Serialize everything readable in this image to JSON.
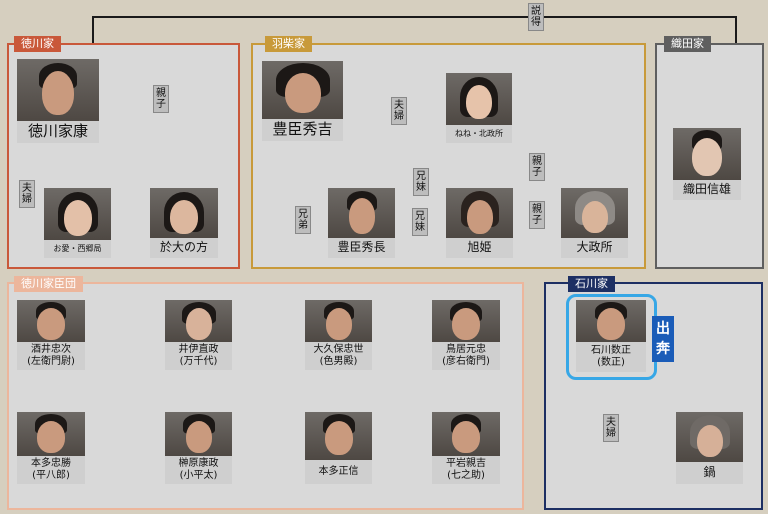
{
  "families": {
    "tokugawa": {
      "label": "徳川家",
      "color": "#c9583a"
    },
    "hashiba": {
      "label": "羽柴家",
      "color": "#c89a3a"
    },
    "oda": {
      "label": "織田家",
      "color": "#5f5f5f"
    },
    "retainers": {
      "label": "徳川家臣団",
      "color": "#ecb69c"
    },
    "ishikawa": {
      "label": "石川家",
      "color": "#1d2f63"
    }
  },
  "people": {
    "ieyasu": {
      "name": "徳川家康"
    },
    "oai": {
      "name": "お愛・西郷局"
    },
    "odai": {
      "name": "於大の方"
    },
    "hideyoshi": {
      "name": "豊臣秀吉"
    },
    "nene": {
      "name": "ねね・北政所"
    },
    "hidenaga": {
      "name": "豊臣秀長"
    },
    "asahi": {
      "name": "旭姫"
    },
    "omandokoro": {
      "name": "大政所"
    },
    "nobukatsu": {
      "name": "織田信雄"
    },
    "sakai": {
      "name": "酒井忠次",
      "alias": "(左衛門尉)"
    },
    "ii": {
      "name": "井伊直政",
      "alias": "(万千代)"
    },
    "okubo": {
      "name": "大久保忠世",
      "alias": "(色男殿)"
    },
    "torii": {
      "name": "鳥居元忠",
      "alias": "(彦右衛門)"
    },
    "honda_tadakatsu": {
      "name": "本多忠勝",
      "alias": "(平八郎)"
    },
    "sakakibara": {
      "name": "榊原康政",
      "alias": "(小平太)"
    },
    "honda_masanobu": {
      "name": "本多正信"
    },
    "hiraiwa": {
      "name": "平岩親吉",
      "alias": "(七之助)"
    },
    "kazumasa": {
      "name": "石川数正",
      "alias": "(数正)"
    },
    "nabe": {
      "name": "鍋"
    }
  },
  "relations": {
    "settoku": "説得",
    "oyako": "親子",
    "fuufu": "夫婦",
    "kyoudai": "兄弟",
    "kyoudai_imouto": "兄妹"
  },
  "badge": {
    "shuppon": "出奔"
  },
  "colors": {
    "highlight": "#37a7e6",
    "badge": "#1a5cb8"
  }
}
